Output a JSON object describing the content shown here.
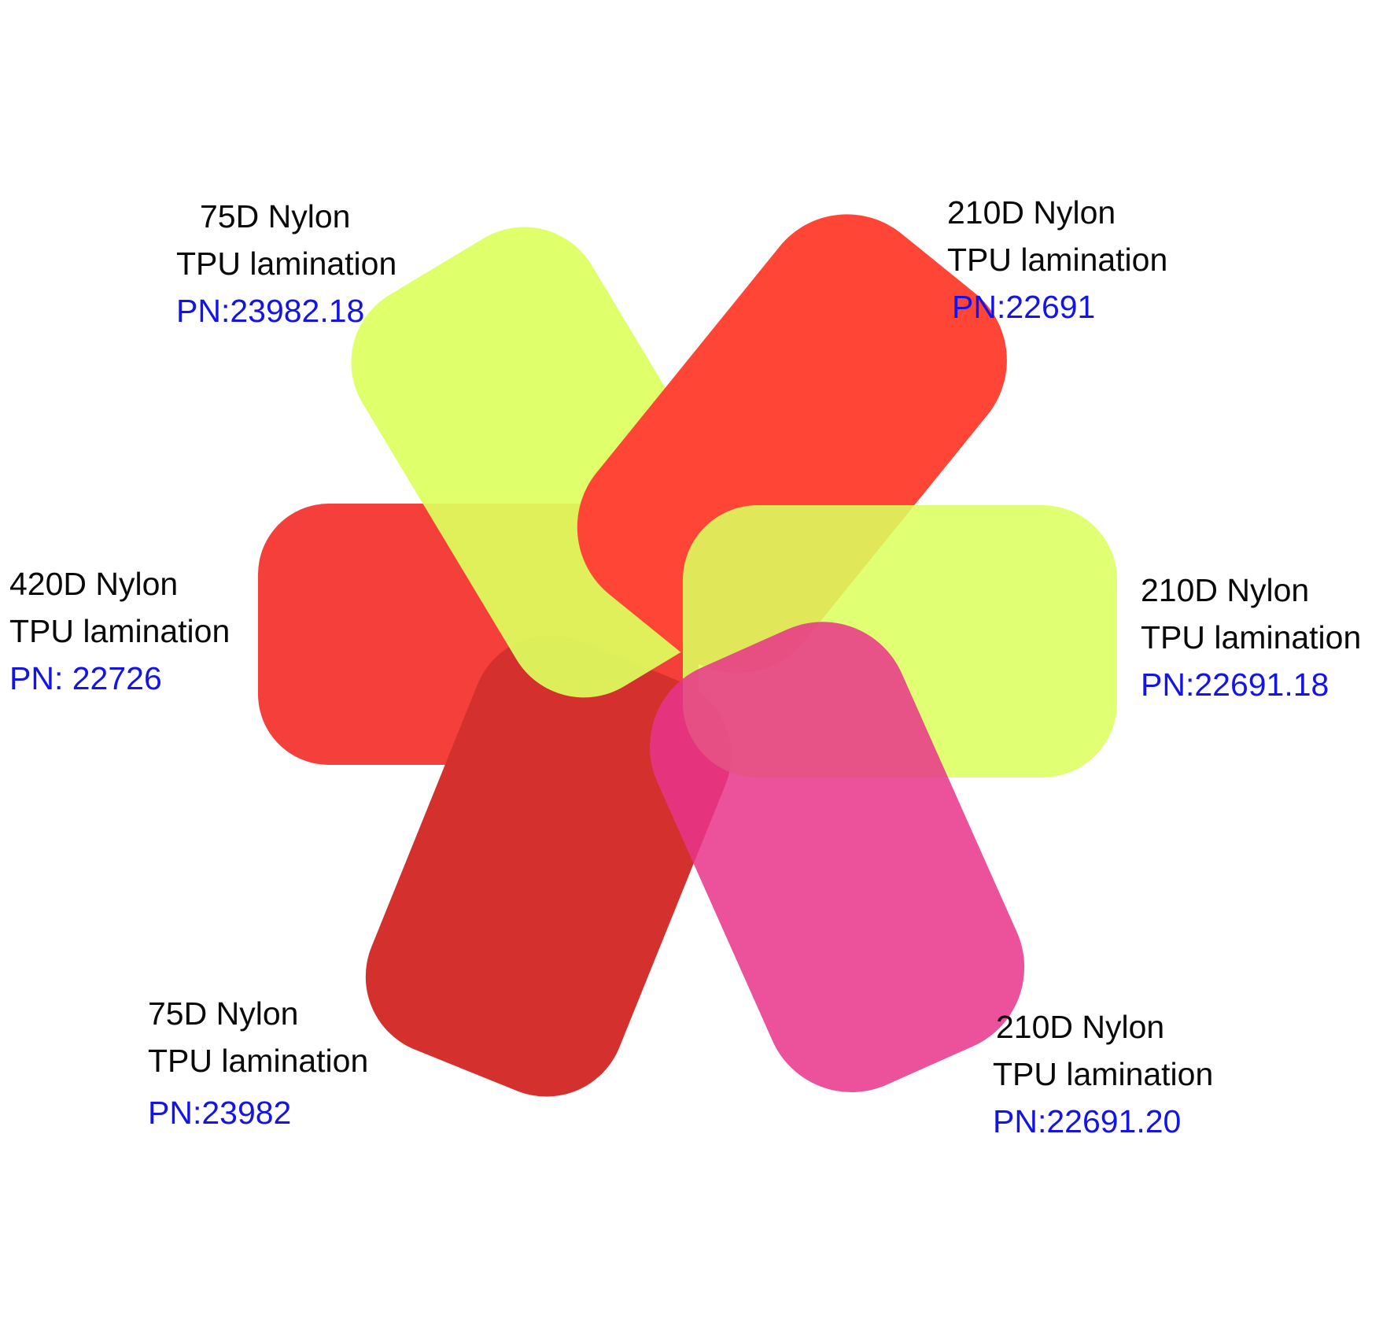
{
  "image": {
    "background": "#ffffff",
    "subject": "Fabric swatches arranged in a pinwheel"
  },
  "swatches": [
    {
      "id": "top-left",
      "color": "#dcff5e",
      "material": "75D Nylon",
      "coating": "TPU lamination",
      "pn": "PN:23982.18"
    },
    {
      "id": "top-right",
      "color": "#ff4535",
      "material": "210D Nylon",
      "coating": "TPU lamination",
      "pn": "PN:22691"
    },
    {
      "id": "left",
      "color": "#f43f3a",
      "material": "420D Nylon",
      "coating": "TPU lamination",
      "pn": "PN: 22726"
    },
    {
      "id": "right",
      "color": "#dcff5e",
      "material": "210D Nylon",
      "coating": "TPU lamination",
      "pn": "PN:22691.18"
    },
    {
      "id": "bottom-left",
      "color": "#d4302e",
      "material": "75D Nylon",
      "coating": "TPU lamination",
      "pn": "PN:23982"
    },
    {
      "id": "bottom-right",
      "color": "#e03d82",
      "material": "210D Nylon",
      "coating": "TPU lamination",
      "pn": "PN:22691.20"
    }
  ],
  "colors": {
    "label_text": "#0a0a0a",
    "pn_text": "#1414e6",
    "overlap_yellow_red": "#e6c85a",
    "overlap_pink": "#ff5a82"
  }
}
